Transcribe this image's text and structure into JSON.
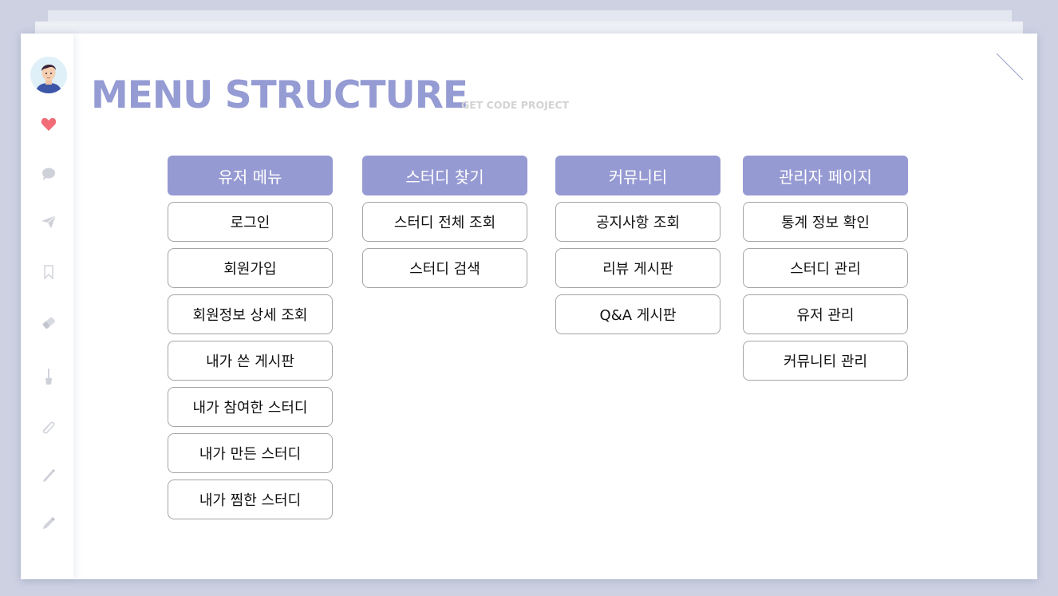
{
  "header": {
    "title": "MENU STRUCTURE",
    "subtitle": "GET CODE PROJECT"
  },
  "colors": {
    "accent": "#969ad2",
    "title": "#959bd3",
    "heart": "#f26d78",
    "sidebar_icon": "#cfd1d9"
  },
  "sidebar": {
    "icons": [
      "avatar",
      "heart-icon",
      "chat-bubble-icon",
      "paper-plane-icon",
      "bookmark-icon",
      "eraser-icon",
      "brush-icon",
      "paperclip-icon",
      "pen-icon",
      "pencil-icon"
    ]
  },
  "columns": [
    {
      "header": "유저 메뉴",
      "items": [
        "로그인",
        "회원가입",
        "회원정보 상세 조회",
        "내가 쓴 게시판",
        "내가 참여한 스터디",
        "내가 만든 스터디",
        "내가 찜한 스터디"
      ]
    },
    {
      "header": "스터디 찾기",
      "items": [
        "스터디 전체 조회",
        "스터디 검색"
      ]
    },
    {
      "header": "커뮤니티",
      "items": [
        "공지사항 조회",
        "리뷰 게시판",
        "Q&A 게시판"
      ]
    },
    {
      "header": "관리자 페이지",
      "items": [
        "통계 정보 확인",
        "스터디 관리",
        "유저 관리",
        "커뮤니티 관리"
      ]
    }
  ]
}
